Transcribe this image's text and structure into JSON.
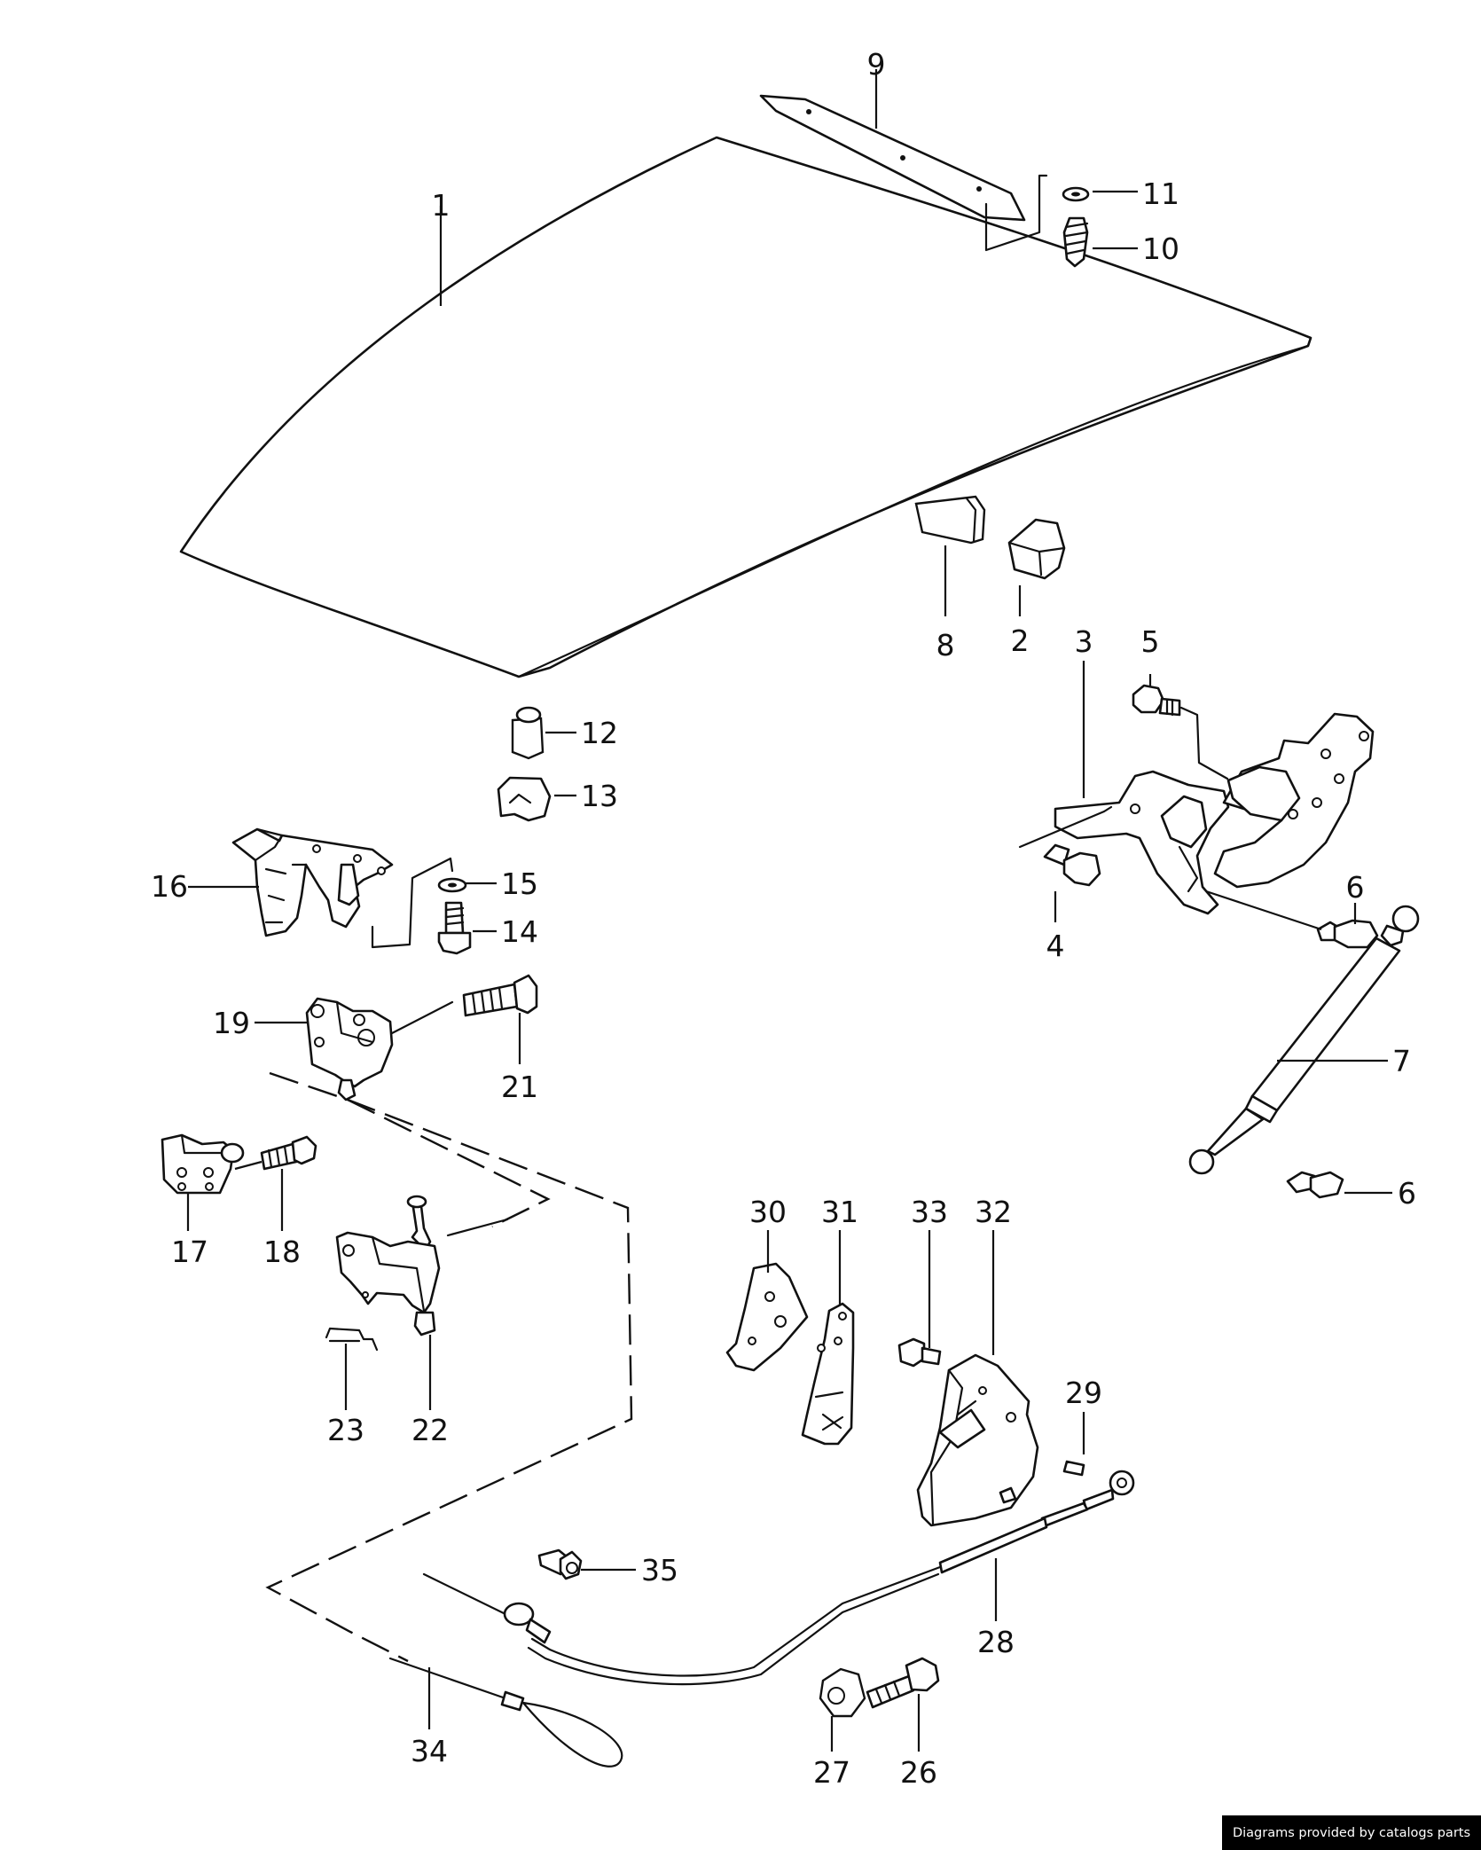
{
  "credit": "Diagrams provided by catalogs parts",
  "callouts": {
    "c1": "1",
    "c2": "2",
    "c3": "3",
    "c4": "4",
    "c5": "5",
    "c6a": "6",
    "c6b": "6",
    "c7": "7",
    "c8": "8",
    "c9": "9",
    "c10": "10",
    "c11": "11",
    "c12": "12",
    "c13": "13",
    "c14": "14",
    "c15": "15",
    "c16": "16",
    "c17": "17",
    "c18": "18",
    "c19": "19",
    "c21": "21",
    "c22": "22",
    "c23": "23",
    "c26": "26",
    "c27": "27",
    "c28": "28",
    "c29": "29",
    "c30": "30",
    "c31": "31",
    "c32": "32",
    "c33": "33",
    "c34": "34",
    "c35": "35"
  }
}
